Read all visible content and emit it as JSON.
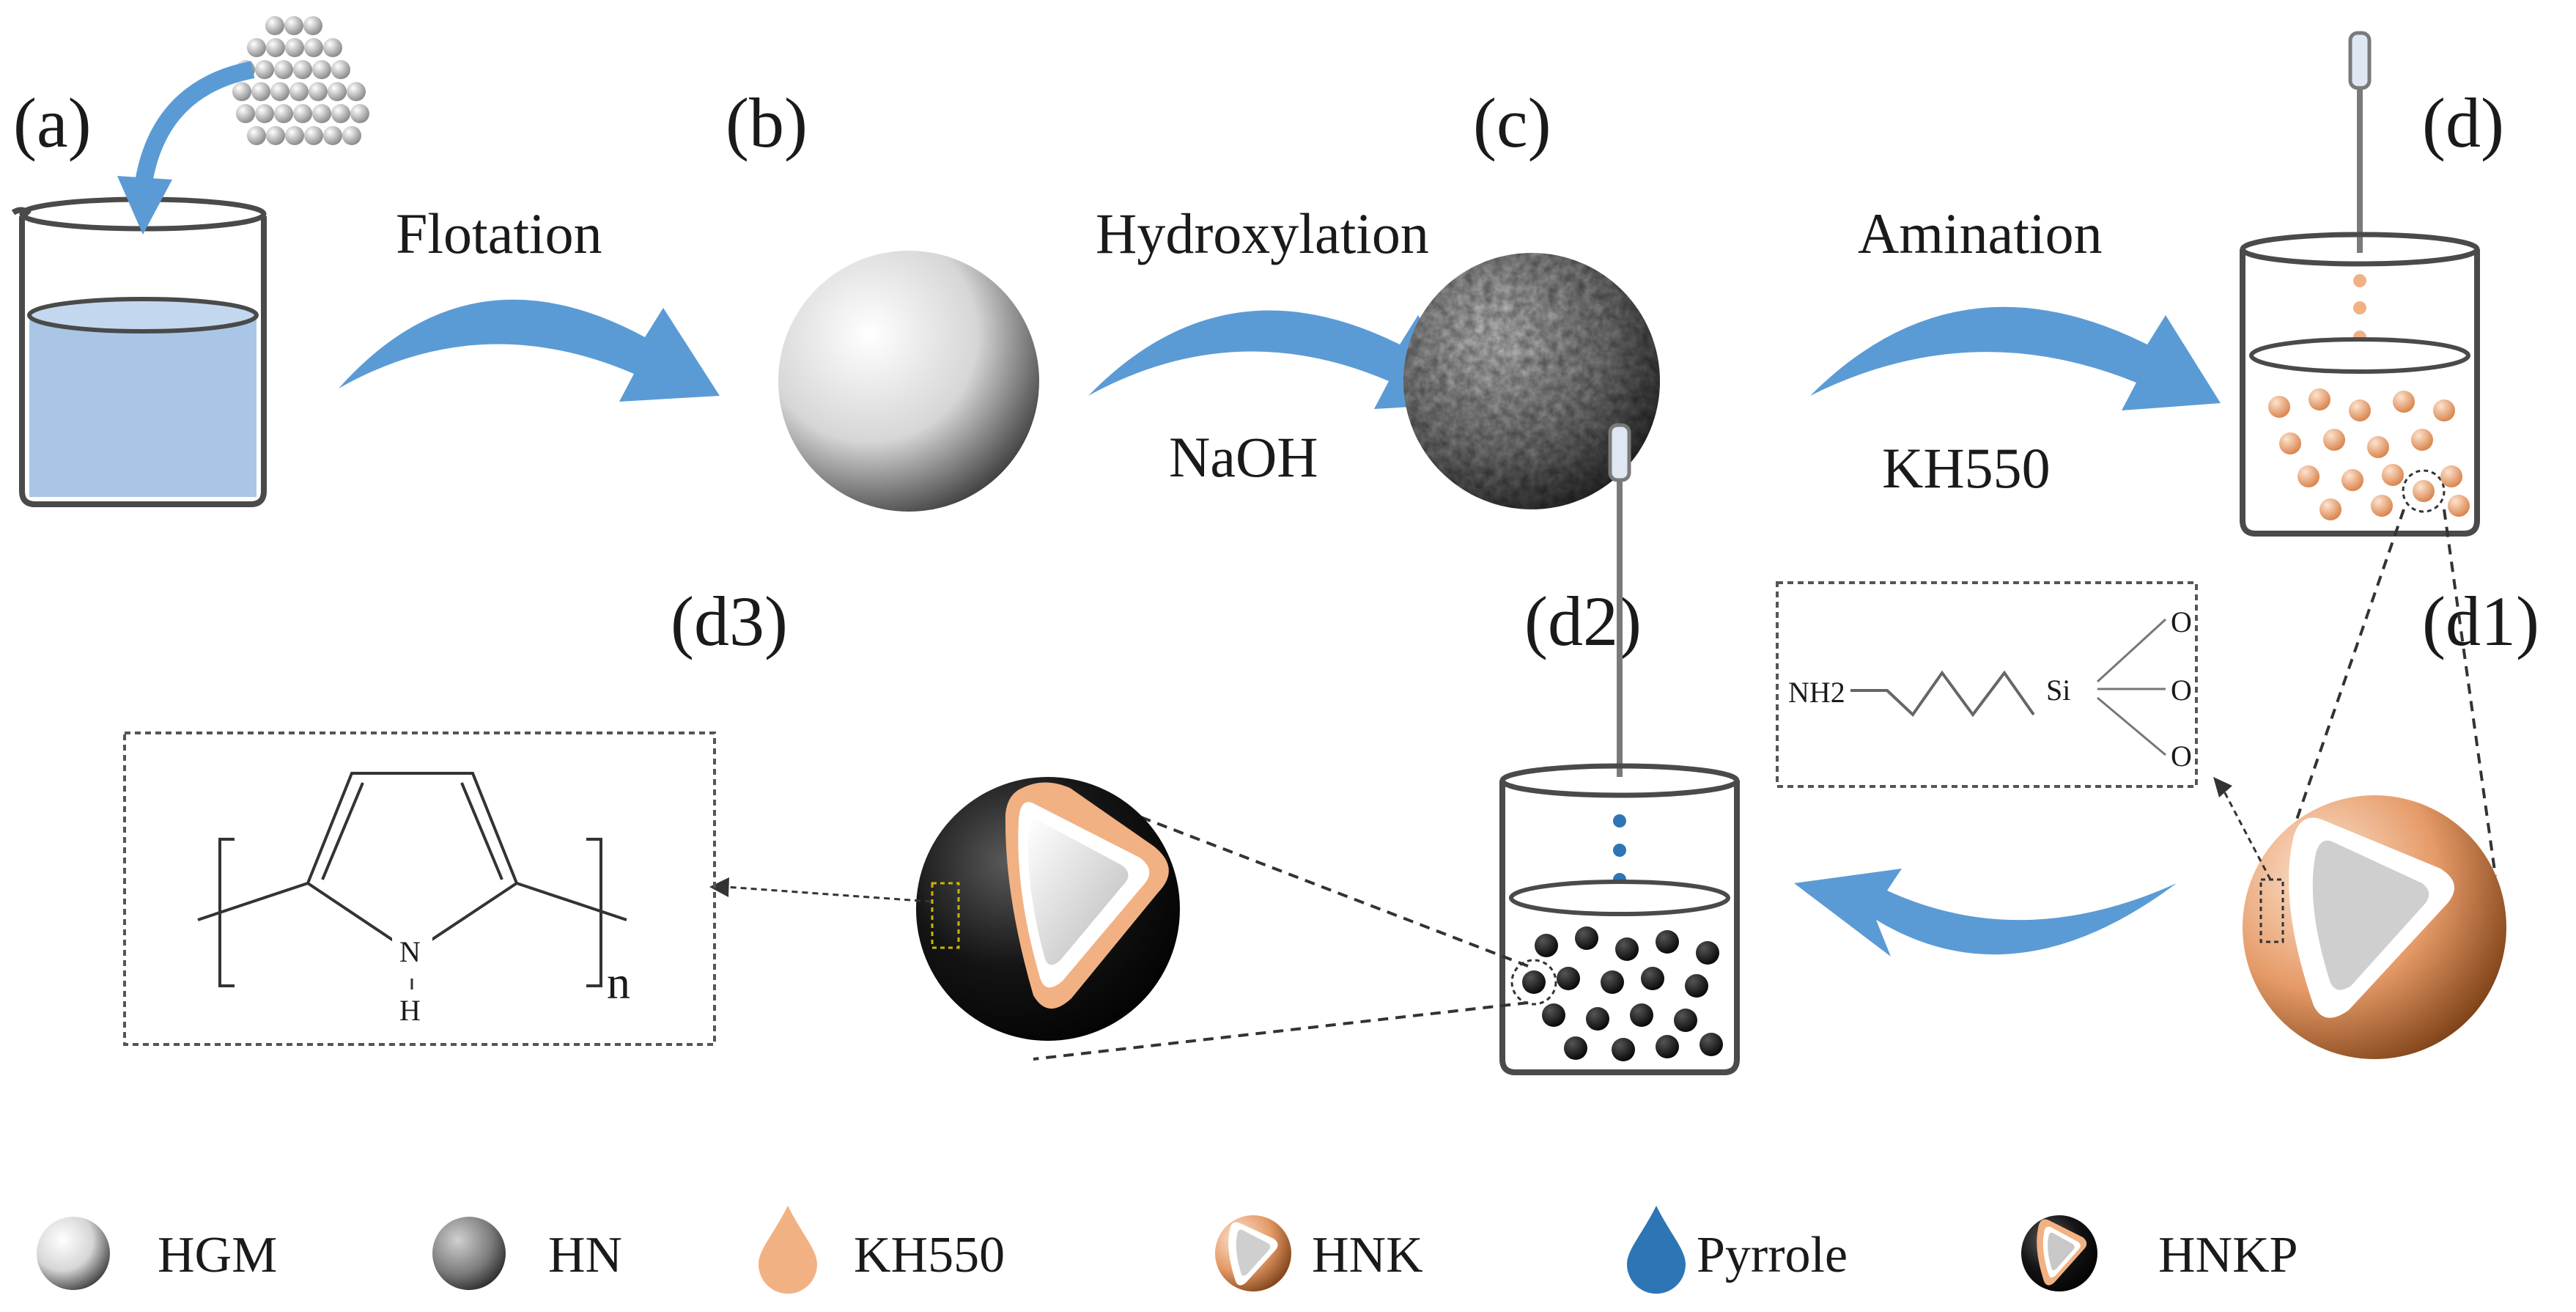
{
  "panels": {
    "a": "(a)",
    "b": "(b)",
    "c": "(c)",
    "d": "(d)",
    "d1": "(d1)",
    "d2": "(d2)",
    "d3": "(d3)"
  },
  "steps": {
    "flotation": "Flotation",
    "hydroxylation": "Hydroxylation",
    "naoh": "NaOH",
    "amination": "Amination",
    "kh550": "KH550"
  },
  "chem_d1": {
    "nh2": "NH2",
    "si": "Si",
    "o1": "O",
    "o2": "O",
    "o3": "O"
  },
  "chem_d3": {
    "n": "N",
    "h": "H",
    "subscript": "n"
  },
  "legend": [
    {
      "label": "HGM",
      "icon": "hgm-sphere-icon"
    },
    {
      "label": "HN",
      "icon": "hn-sphere-icon"
    },
    {
      "label": "KH550",
      "icon": "kh550-drop-icon",
      "color": "#f2b183"
    },
    {
      "label": "HNK",
      "icon": "hnk-sphere-icon"
    },
    {
      "label": "Pyrrole",
      "icon": "pyrrole-drop-icon",
      "color": "#2e75b6"
    },
    {
      "label": "HNKP",
      "icon": "hnkp-sphere-icon"
    }
  ],
  "colors": {
    "arrow": "#5b9bd5",
    "water": "#a9c6e6",
    "kh550": "#f2b183",
    "pyrrole": "#2e75b6",
    "hnk": "#e59a67",
    "hnkp": "#0a0a0a"
  }
}
